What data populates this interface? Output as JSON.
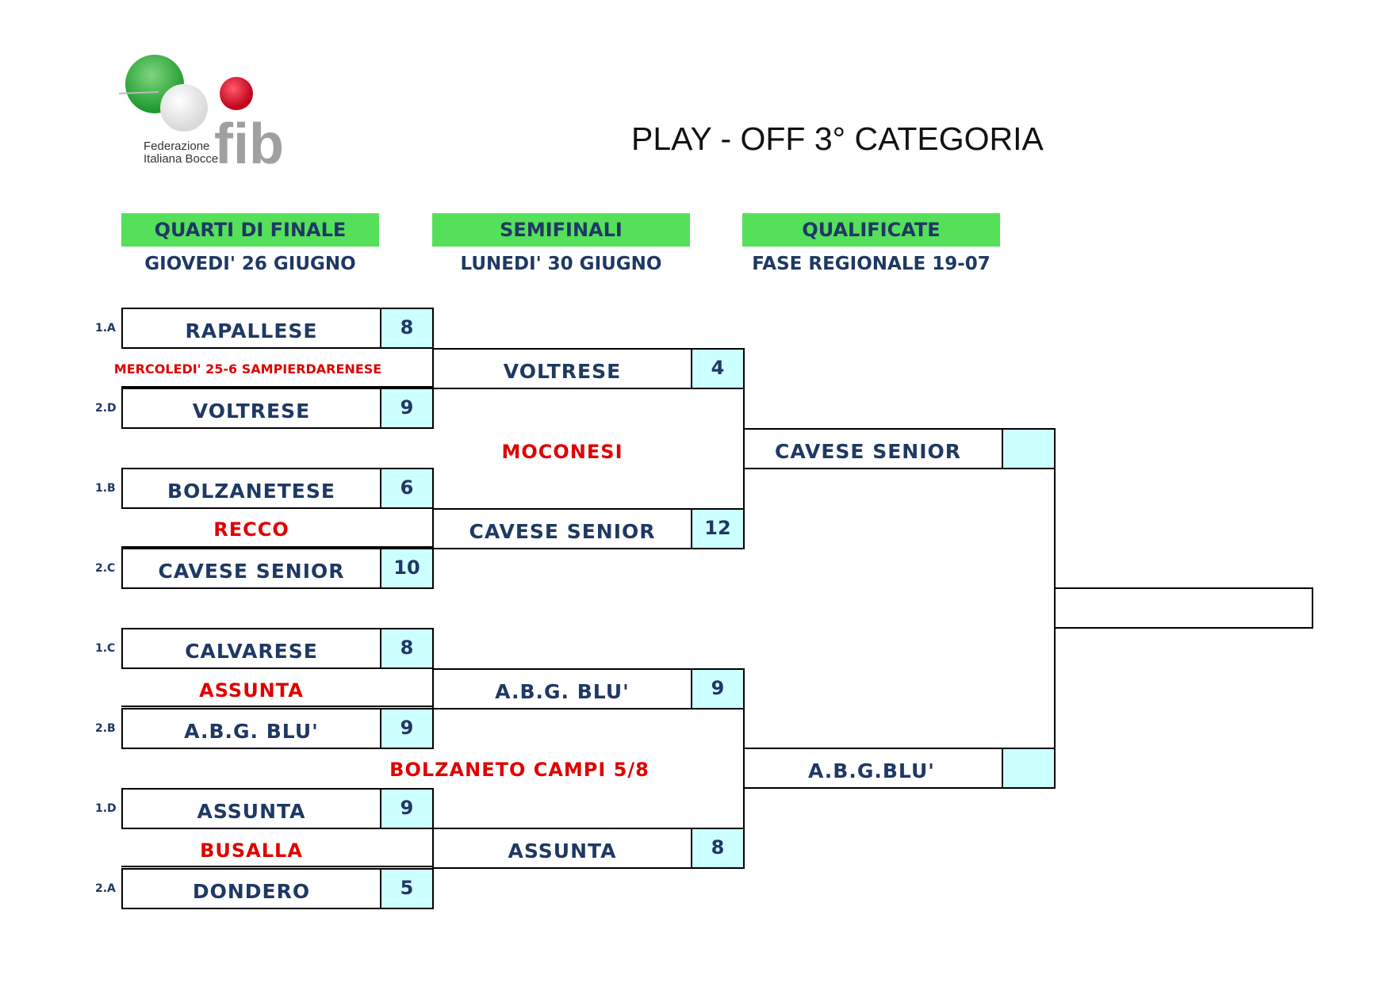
{
  "title": "PLAY - OFF 3° CATEGORIA",
  "logo": {
    "line1": "Federazione",
    "line2": "Italiana Bocce",
    "mark": "fib"
  },
  "columns": [
    {
      "header": "QUARTI DI FINALE",
      "date": "GIOVEDI' 26 GIUGNO"
    },
    {
      "header": "SEMIFINALI",
      "date": "LUNEDI' 30 GIUGNO"
    },
    {
      "header": "QUALIFICATE",
      "date": "FASE REGIONALE 19-07"
    }
  ],
  "quarterfinals": [
    {
      "seed": "1.A",
      "team": "RAPALLESE",
      "score": "8"
    },
    {
      "seed": "2.D",
      "team": "VOLTRESE",
      "score": "9"
    },
    {
      "seed": "1.B",
      "team": "BOLZANETESE",
      "score": "6"
    },
    {
      "seed": "2.C",
      "team": "CAVESE SENIOR",
      "score": "10"
    },
    {
      "seed": "1.C",
      "team": "CALVARESE",
      "score": "8"
    },
    {
      "seed": "2.B",
      "team": "A.B.G. BLU'",
      "score": "9"
    },
    {
      "seed": "1.D",
      "team": "ASSUNTA",
      "score": "9"
    },
    {
      "seed": "2.A",
      "team": "DONDERO",
      "score": "5"
    }
  ],
  "quarter_venues": [
    "MERCOLEDI' 25-6 SAMPIERDARENESE",
    "RECCO",
    "ASSUNTA",
    "BUSALLA"
  ],
  "semifinals": [
    {
      "team": "VOLTRESE",
      "score": "4"
    },
    {
      "team": "CAVESE SENIOR",
      "score": "12"
    },
    {
      "team": "A.B.G. BLU'",
      "score": "9"
    },
    {
      "team": "ASSUNTA",
      "score": "8"
    }
  ],
  "semi_venues": [
    "MOCONESI",
    "BOLZANETO CAMPI 5/8"
  ],
  "qualified": [
    {
      "team": "CAVESE SENIOR",
      "score": ""
    },
    {
      "team": "A.B.G.BLU'",
      "score": ""
    }
  ],
  "final": {
    "team": ""
  },
  "colors": {
    "header_bg": "#55e05a",
    "text": "#1f3864",
    "venue": "#e00000",
    "score_bg": "#ccffff"
  }
}
